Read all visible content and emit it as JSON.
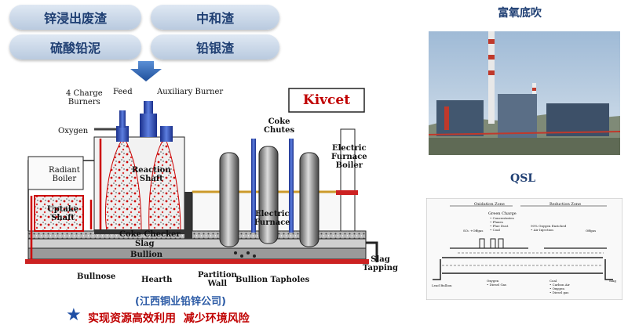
{
  "pills": [
    "锌浸出废渣",
    "中和渣",
    "硫酸铅泥",
    "铅银渣"
  ],
  "kivcet": {
    "title": "Kivcet",
    "labels": {
      "charge_burners": "4 Charge\nBurners",
      "feed": "Feed",
      "aux_burner": "Auxiliary Burner",
      "oxygen": "Oxygen",
      "coke_chutes": "Coke\nChutes",
      "electric_furnace_boiler": "Electric\nFurnace\nBoiler",
      "radiant_boiler": "Radiant\nBoiler",
      "reaction_shaft": "Reaction\nShaft",
      "uptake_shaft": "Uptake\nShaft",
      "electric_furnace": "Electric\nFurnace",
      "coke_checker": "Coke Checker",
      "slag": "Slag",
      "bullion": "Bullion",
      "slag_tapping": "Slag\nTapping",
      "bullnose": "Bullnose",
      "hearth": "Hearth",
      "partition_wall": "Partition\nWall",
      "bullion_tapholes": "Bullion Tapholes"
    },
    "company": "(江西铜业铅锌公司)"
  },
  "bottom_note": "实现资源高效利用  减少环境风险",
  "right": {
    "title1": "富氧底吹",
    "title2": "QSL",
    "qsl_labels": {
      "oxidation_zone": "Oxidation Zone",
      "reduction_zone": "Reduction Zone",
      "green_charge": "Green Charge",
      "charge_items": "• Concentrates\n• Fluxes\n• Flue Dust\n• Coal",
      "so2_offgas": "SO₂ +Offgas",
      "offgas": "Offgas",
      "enriched_air": "90% Oxygen Enriched\n• Air Injection",
      "lead_bullion": "Lead Bullion",
      "oxygen": "Oxygen\n• Diesel Gas",
      "coal": "Coal\n• Carbon Air\n• Oxygen\n• Diesel gas",
      "slag": "Slag"
    }
  }
}
